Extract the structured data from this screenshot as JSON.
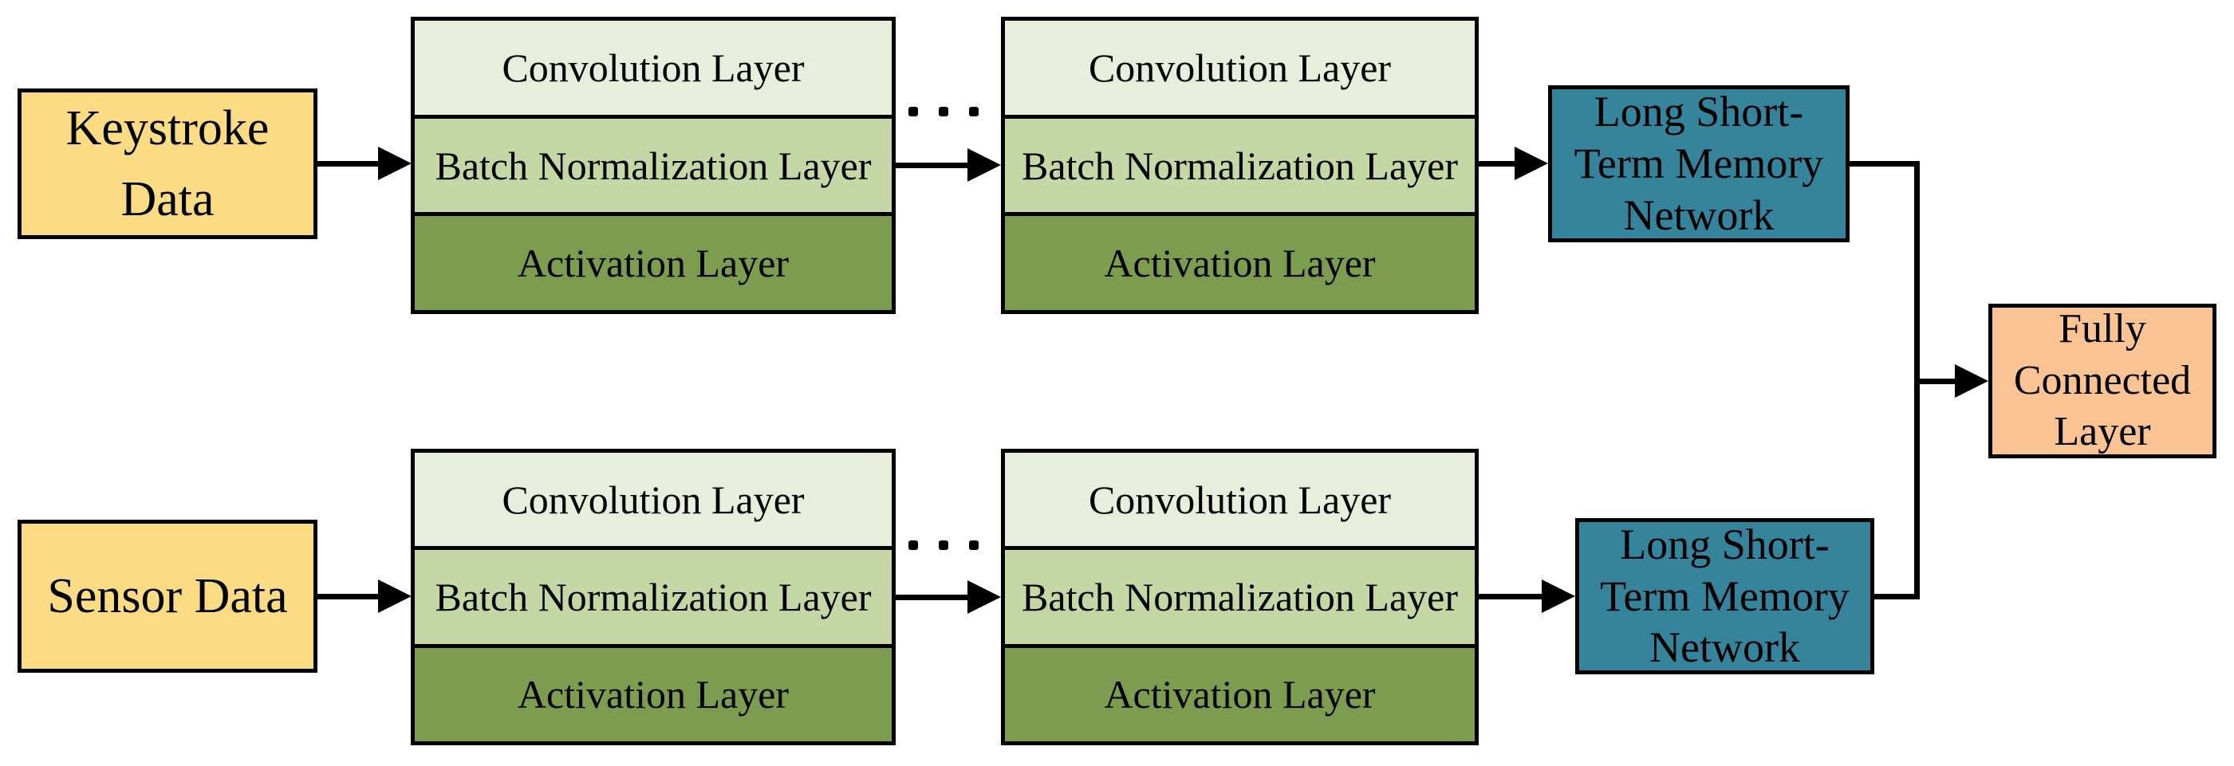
{
  "colors": {
    "background": "#ffffff",
    "border": "#000000",
    "input_fill": "#fbdc85",
    "conv_fill": "#e7eedc",
    "bn_fill": "#c5d7a5",
    "act_fill": "#7c9c50",
    "lstm_fill": "#35849b",
    "fc_fill": "#f9c394"
  },
  "inputs": {
    "keystroke": "Keystroke\nData",
    "sensor": "Sensor Data"
  },
  "cnn_layers": {
    "convolution": "Convolution Layer",
    "batch_norm": "Batch Normalization Layer",
    "activation": "Activation Layer"
  },
  "lstm_label": "Long Short-\nTerm Memory\nNetwork",
  "fc_label": "Fully\nConnected\nLayer"
}
